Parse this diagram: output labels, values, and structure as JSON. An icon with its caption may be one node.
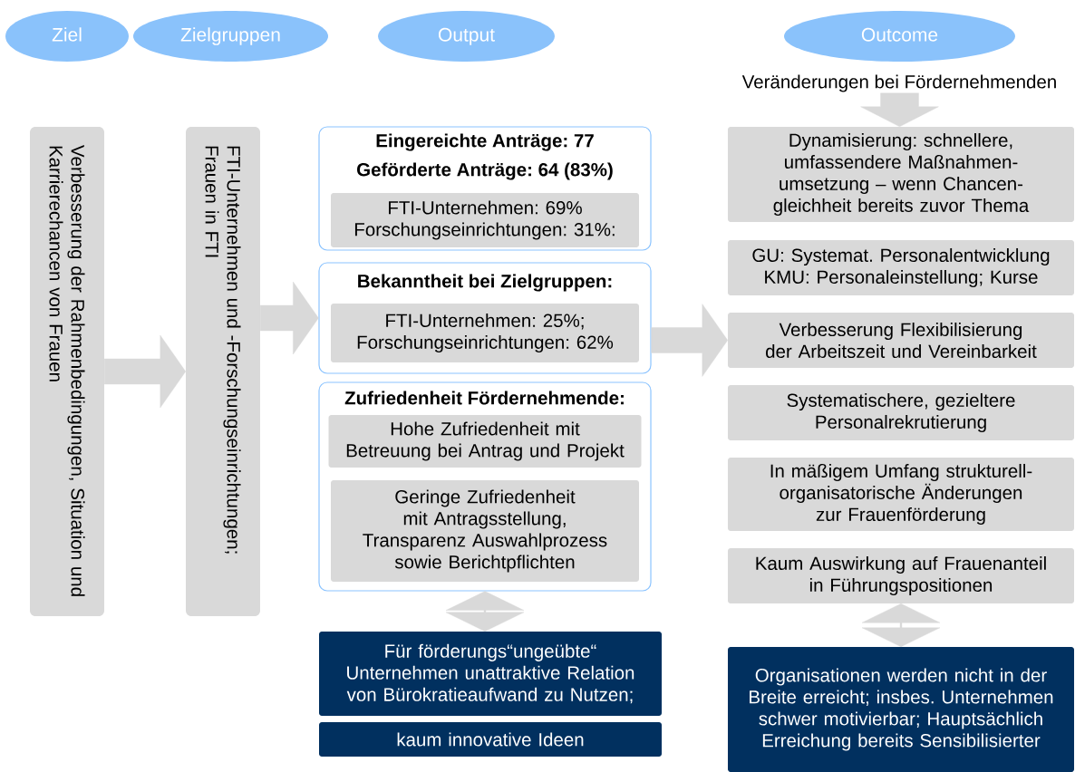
{
  "diagram": {
    "nodes": [
      {
        "text": [
          "Ziel"
        ]
      },
      {
        "text": [
          "Zielgruppen"
        ]
      },
      {
        "text": [
          "Output"
        ]
      },
      {
        "text": [
          "Outcome"
        ]
      },
      {
        "text": [
          "Verbesserung der Rahmenbedingungen, Situation und Karrierechancen von Frauen"
        ]
      },
      {
        "text": [
          "FTI-Unternehmen und -Forschungseinrichtungen; Frauen in FTI"
        ]
      },
      {
        "text": [
          "Eingereichte Anträge: 77",
          "Geförderte Anträge: 64 (83%)"
        ]
      },
      {
        "text": [
          "FTI-Unternehmen: 69% Forschungseinrichtungen: 31%:"
        ],
        "in": 6
      },
      {
        "text": [
          "Bekanntheit bei Zielgruppen:"
        ]
      },
      {
        "text": [
          "FTI-Unternehmen: 25%; Forschungseinrichtungen: 62%"
        ],
        "in": 8
      },
      {
        "text": [
          "Zufriedenheit Fördernehmende:"
        ]
      },
      {
        "text": [
          "Hohe Zufriedenheit mit Betreuung bei Antrag und Projekt"
        ],
        "in": 10
      },
      {
        "text": [
          "Geringe Zufriedenheit mit Antragsstellung, Transparenz Auswahlprozess sowie Berichtpflichten"
        ],
        "in": 10
      },
      {
        "text": [
          "Für förderungs“ungeübte“ Unternehmen unattraktive Relation von Bürokratieaufwand zu Nutzen;"
        ]
      },
      {
        "text": [
          "kaum innovative Ideen"
        ]
      },
      {
        "text": [
          "Veränderungen bei Fördernehmenden"
        ]
      },
      {
        "text": [
          "Dynamisierung: schnellere, umfassendere Maßnahmen- umsetzung – wenn Chancen- gleichheit bereits zuvor Thema"
        ]
      },
      {
        "text": [
          "GU: Systemat. Personalentwicklung KMU: Personaleinstellung; Kurse"
        ]
      },
      {
        "text": [
          "Verbesserung Flexibilisierung der Arbeitszeit und Vereinbarkeit"
        ]
      },
      {
        "text": [
          "Systematischere, gezieltere Personalrekrutierung"
        ]
      },
      {
        "text": [
          "In mäßigem Umfang strukturell- organisatorische Änderungen zur Frauenförderung"
        ]
      },
      {
        "text": [
          "Kaum Auswirkung auf Frauenanteil in Führungspositionen"
        ]
      },
      {
        "text": [
          "Organisationen werden nicht in der Breite erreicht; insbes. Unternehmen schwer motivierbar; Hauptsächlich Erreichung bereits Sensibilisierter"
        ]
      }
    ],
    "edges": [
      {
        "from": 4,
        "to": 5,
        "arrow": "to"
      },
      {
        "from": 5,
        "to": 8,
        "arrow": "to"
      },
      {
        "from": 8,
        "to": 18,
        "arrow": "to"
      },
      {
        "from": 15,
        "to": 16,
        "arrow": "to"
      },
      {
        "from": 10,
        "to": 13,
        "arrow": "both"
      },
      {
        "from": 21,
        "to": 22,
        "arrow": "both"
      }
    ]
  }
}
